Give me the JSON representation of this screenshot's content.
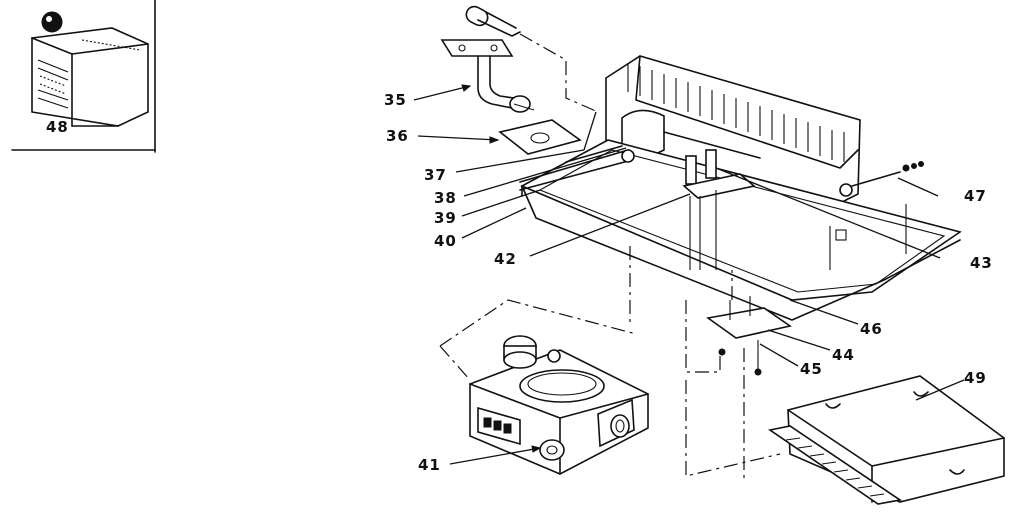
{
  "labels": {
    "p35": "35",
    "p36": "36",
    "p37": "37",
    "p38": "38",
    "p39": "39",
    "p40": "40",
    "p41": "41",
    "p42": "42",
    "p43": "43",
    "p44": "44",
    "p45": "45",
    "p46": "46",
    "p47": "47",
    "p48": "48",
    "p49": "49"
  }
}
